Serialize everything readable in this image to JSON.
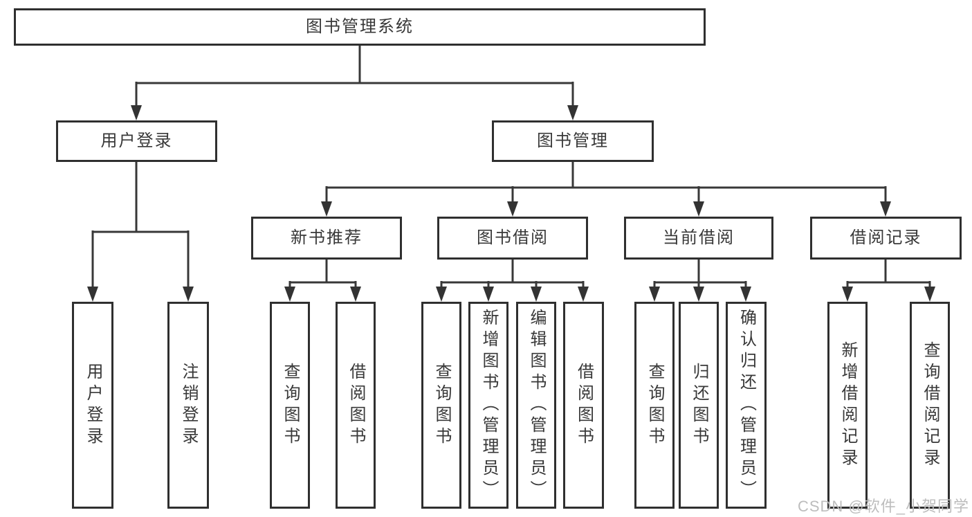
{
  "tree": {
    "label": "图书管理系统",
    "children": [
      {
        "label": "用户登录",
        "children": [
          {
            "label": "用户登录"
          },
          {
            "label": "注销登录"
          }
        ]
      },
      {
        "label": "图书管理",
        "children": [
          {
            "label": "新书推荐",
            "children": [
              {
                "label": "查询图书"
              },
              {
                "label": "借阅图书"
              }
            ]
          },
          {
            "label": "图书借阅",
            "children": [
              {
                "label": "查询图书"
              },
              {
                "label": "新增图书（管理员）"
              },
              {
                "label": "编辑图书（管理员）"
              },
              {
                "label": "借阅图书"
              }
            ]
          },
          {
            "label": "当前借阅",
            "children": [
              {
                "label": "查询图书"
              },
              {
                "label": "归还图书"
              },
              {
                "label": "确认归还（管理员）"
              }
            ]
          },
          {
            "label": "借阅记录",
            "children": [
              {
                "label": "新增借阅记录"
              },
              {
                "label": "查询借阅记录"
              }
            ]
          }
        ]
      }
    ]
  },
  "watermark": {
    "text": "CSDN @软件_小贺同学"
  },
  "colors": {
    "line": "#383838",
    "box_border": "#2f2f2f",
    "text": "#383838",
    "watermark": "#bdbdbd",
    "background": "#ffffff"
  }
}
